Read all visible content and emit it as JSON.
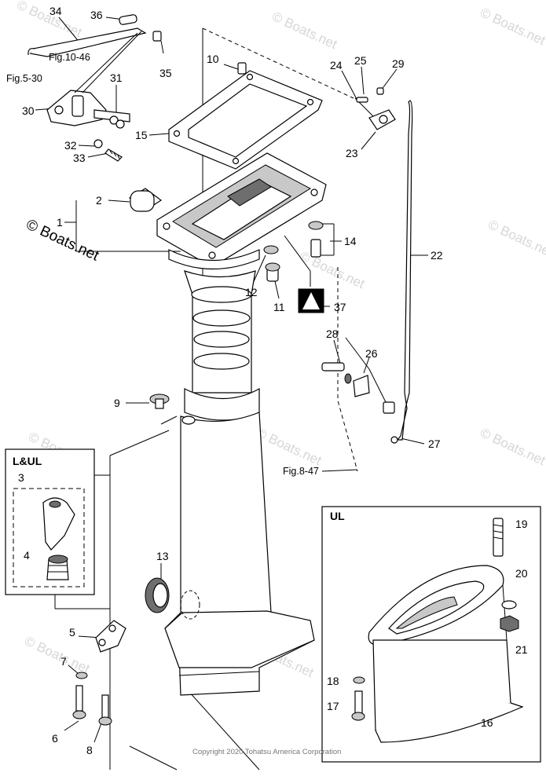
{
  "watermarks": {
    "small": "© Boats.net",
    "large": "© Boats.net"
  },
  "copyright": "Copyright 2020 Tohatsu America Corporation",
  "references": {
    "fig_10_46": "Fig.10-46",
    "fig_5_30": "Fig.5-30",
    "fig_8_47": "Fig.8-47"
  },
  "inset_boxes": {
    "l_ul": "L&UL",
    "ul": "UL"
  },
  "callouts": {
    "c1": "1",
    "c2": "2",
    "c3": "3",
    "c4": "4",
    "c5": "5",
    "c6": "6",
    "c7": "7",
    "c8": "8",
    "c9": "9",
    "c10": "10",
    "c11": "11",
    "c12": "12",
    "c13": "13",
    "c14": "14",
    "c15": "15",
    "c16": "16",
    "c17": "17",
    "c18": "18",
    "c19": "19",
    "c20": "20",
    "c21": "21",
    "c22": "22",
    "c23": "23",
    "c24": "24",
    "c25": "25",
    "c26": "26",
    "c27": "27",
    "c28": "28",
    "c29": "29",
    "c30": "30",
    "c31": "31",
    "c32": "32",
    "c33": "33",
    "c34": "34",
    "c35": "35",
    "c36": "36",
    "c37": "37"
  }
}
